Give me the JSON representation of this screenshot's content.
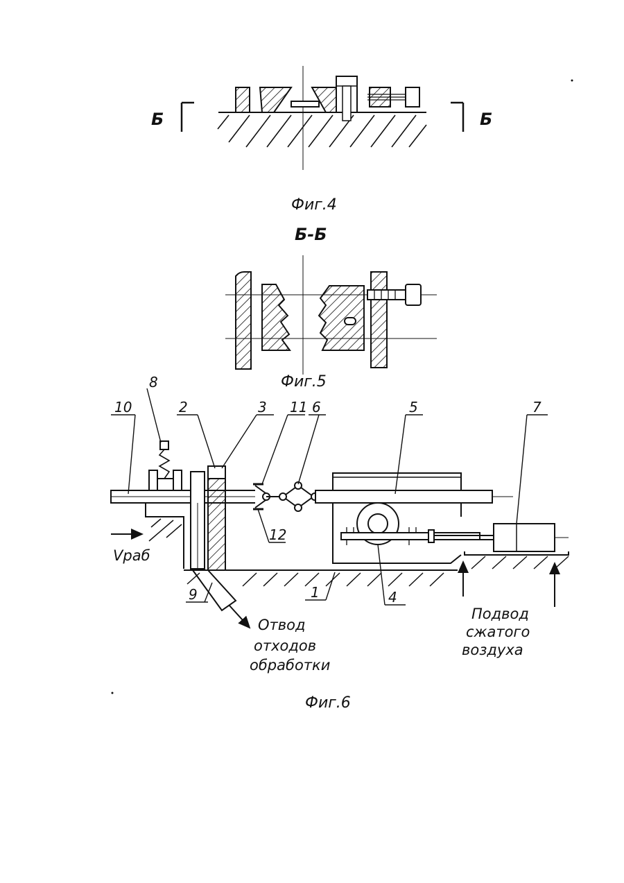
{
  "section_marks": {
    "left": "Б",
    "right": "Б",
    "section_title": "Б-Б"
  },
  "captions": {
    "fig4": "Фиг.4",
    "fig5": "Фиг.5",
    "fig6": "Фиг.6"
  },
  "part_labels": [
    "8",
    "10",
    "2",
    "3",
    "11",
    "6",
    "5",
    "7",
    "12",
    "9",
    "1",
    "4"
  ],
  "annotations": {
    "velocity": "Vраб",
    "waste_outlet": [
      "Отвод",
      "отходов",
      "обработки"
    ],
    "air_supply": [
      "Подвод",
      "сжатого",
      "воздуха"
    ]
  }
}
